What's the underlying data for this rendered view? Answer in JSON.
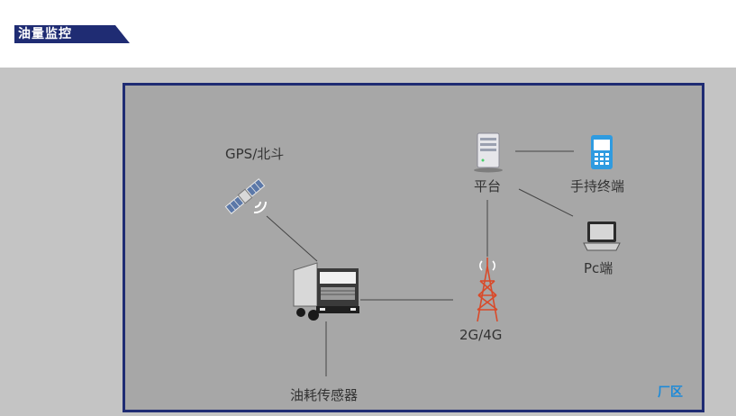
{
  "header": {
    "title": "油量监控"
  },
  "diagram": {
    "labels": {
      "gps": "GPS/北斗",
      "platform": "平台",
      "handheld": "手持终端",
      "pc": "Pc端",
      "tower": "2G/4G",
      "sensor": "油耗传感器",
      "zone": "厂区"
    },
    "colors": {
      "frame": "#1f2c73",
      "background": "#c4c4c4",
      "panel": "#a7a7a7",
      "zone_label": "#1e8ad8",
      "tower": "#d94a2a",
      "phone": "#2f9be0"
    }
  }
}
